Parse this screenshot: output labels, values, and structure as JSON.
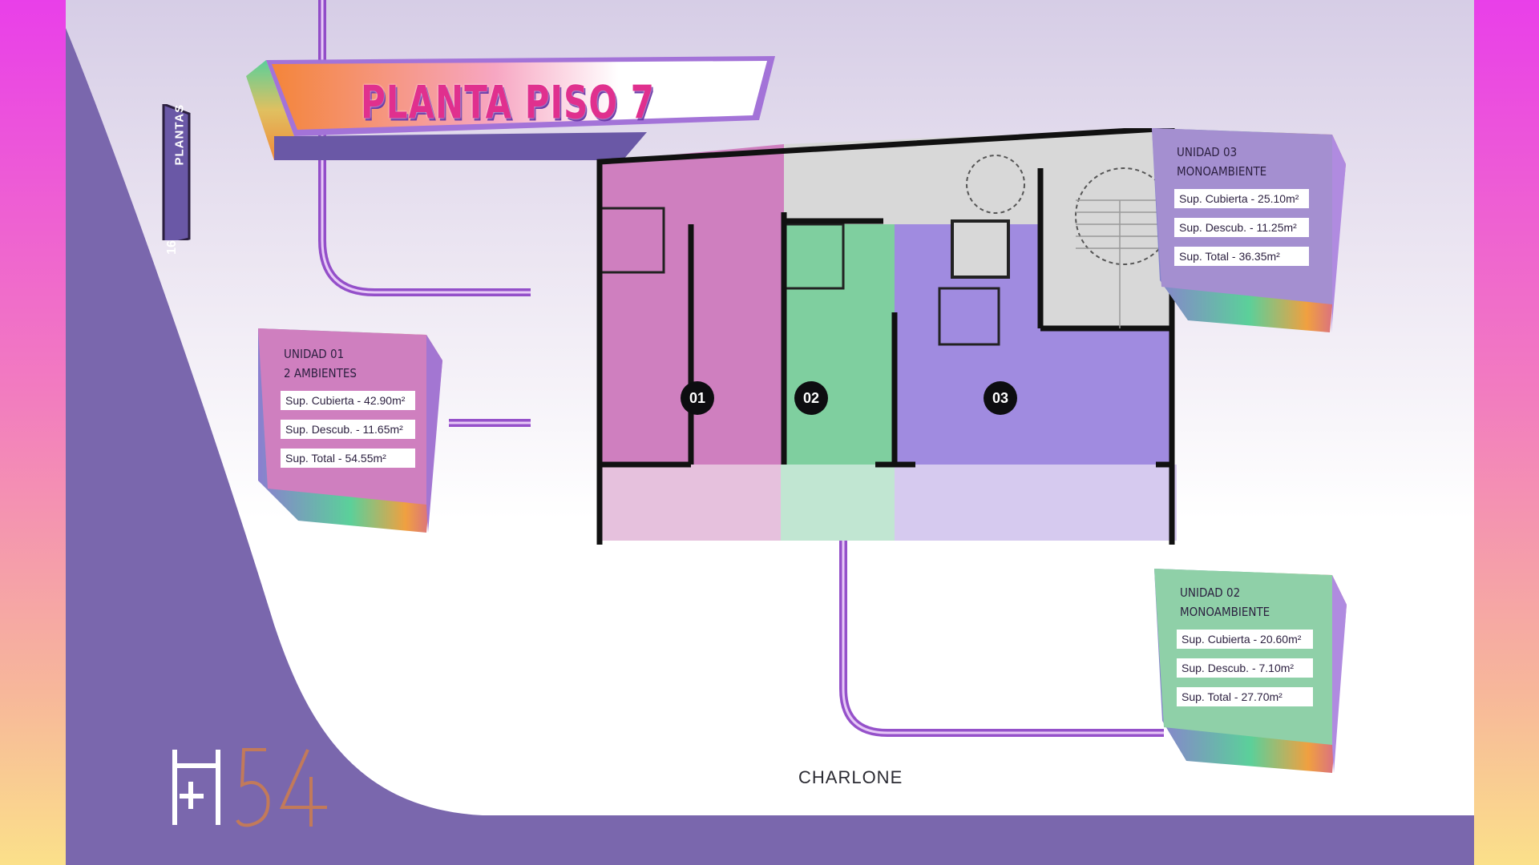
{
  "title": "PLANTA PISO 7",
  "plantas_tag": {
    "label": "PLANTAS",
    "number": "16"
  },
  "logo": {
    "text_h": "H+H",
    "text_num": "54"
  },
  "street": "CHARLONE",
  "units": [
    {
      "badge": "01",
      "title_line1": "UNIDAD 01",
      "title_line2": "2 AMBIENTES",
      "sup_cubierta": "Sup. Cubierta - 42.90m²",
      "sup_descub": "Sup. Descub. - 11.65m²",
      "sup_total": "Sup. Total - 54.55m²",
      "color": "#cf7fbf"
    },
    {
      "badge": "02",
      "title_line1": "UNIDAD 02",
      "title_line2": "MONOAMBIENTE",
      "sup_cubierta": "Sup. Cubierta - 20.60m²",
      "sup_descub": "Sup. Descub. - 7.10m²",
      "sup_total": "Sup. Total - 27.70m²",
      "color": "#7fcf9f"
    },
    {
      "badge": "03",
      "title_line1": "UNIDAD 03",
      "title_line2": "MONOAMBIENTE",
      "sup_cubierta": "Sup. Cubierta - 25.10m²",
      "sup_descub": "Sup. Descub. - 11.25m²",
      "sup_total": "Sup. Total - 36.35m²",
      "color": "#a08be0"
    }
  ],
  "colors": {
    "purple_panel": "#7a67ad",
    "accent_pink": "#e0308e",
    "accent_orange": "#f4853a"
  }
}
